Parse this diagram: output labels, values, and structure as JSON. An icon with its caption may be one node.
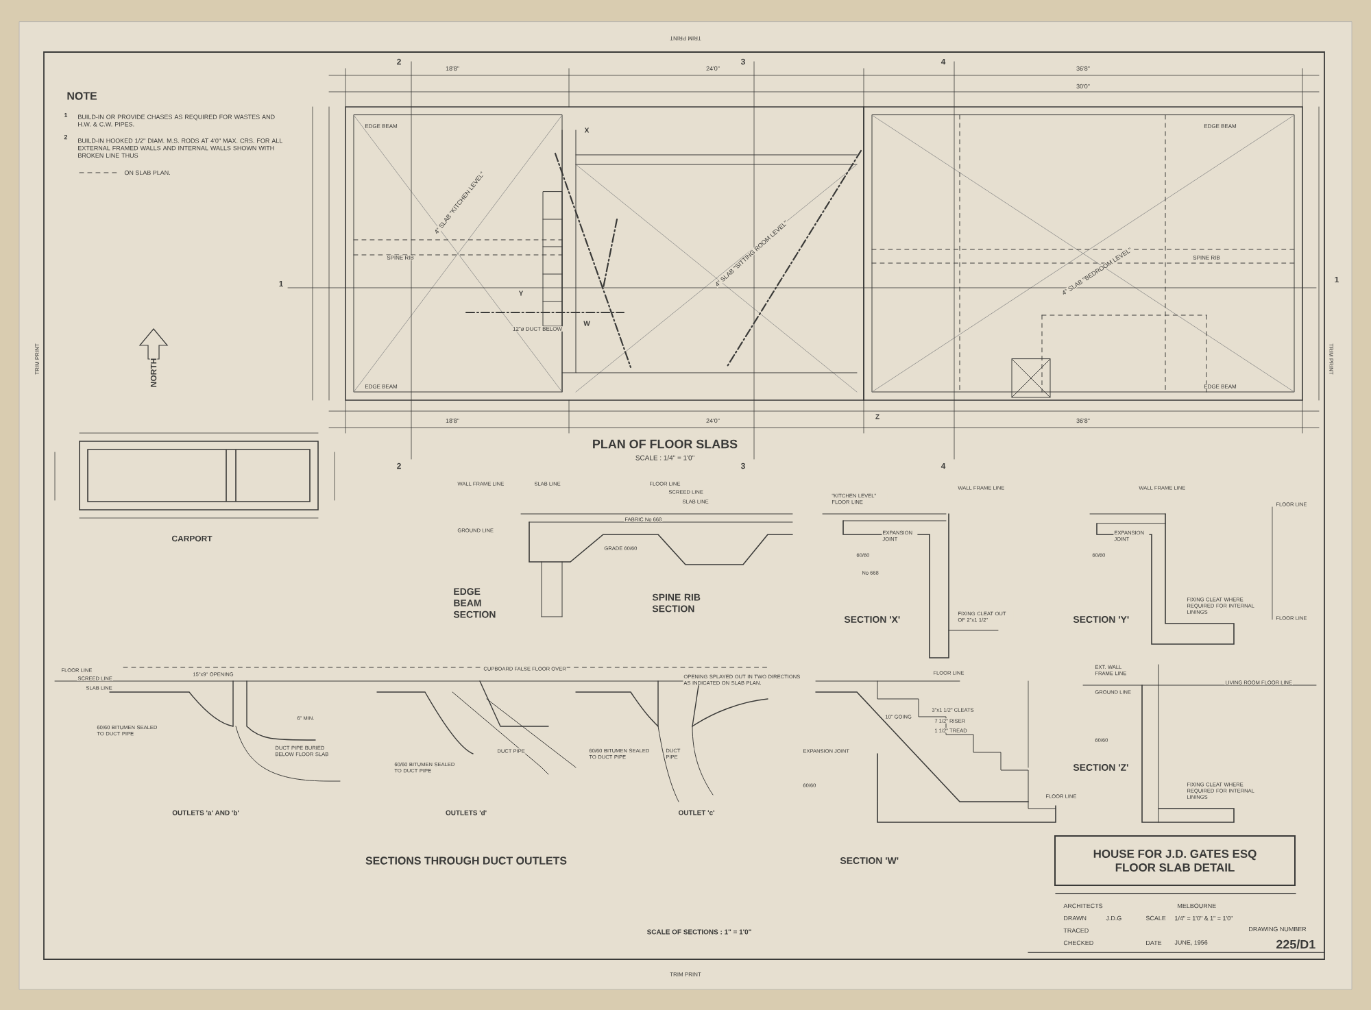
{
  "diagram": {
    "nodes": [
      {
        "text": [
          "HOUSE FOR J.D. GATES ESQ",
          "FLOOR SLAB DETAIL"
        ]
      }
    ],
    "labels": [
      "NOTE",
      "1",
      "BUILD-IN OR PROVIDE CHASES AS REQUIRED FOR WASTES AND H.W. & C.W. PIPES.",
      "2",
      "BUILD-IN HOOKED 1/2\" DIAM. M.S. RODS AT 4'0\" MAX. CRS. FOR ALL EXTERNAL FRAMED WALLS AND INTERNAL WALLS SHOWN WITH BROKEN LINE THUS",
      "ON SLAB PLAN.",
      "NORTH",
      "PLAN OF FLOOR SLABS",
      "SCALE : 1/4\" = 1'0\"",
      "CARPORT",
      "18'8\"",
      "24'0\"",
      "36'8\"",
      "30'0\"",
      "18'8\"",
      "24'0\"",
      "36'8\"",
      "EDGE BEAM",
      "EDGE BEAM",
      "EDGE BEAM",
      "EDGE BEAM",
      "SPINE RIB",
      "SPINE RIB",
      "4\" SLAB \"KITCHEN LEVEL\"",
      "4\" SLAB \"SITTING ROOM LEVEL\"",
      "4\" SLAB \"BEDROOM LEVEL\"",
      "12\"ø DUCT BELOW",
      "2",
      "3",
      "4",
      "2",
      "3",
      "4",
      "1",
      "1",
      "X",
      "Y",
      "W",
      "Z",
      "EDGE BEAM SECTION",
      "SPINE RIB SECTION",
      "SECTION 'X'",
      "SECTION 'Y'",
      "SECTION 'Z'",
      "SECTION 'W'",
      "OUTLETS 'a' AND 'b'",
      "OUTLETS 'd'",
      "OUTLET 'c'",
      "SECTIONS THROUGH DUCT OUTLETS",
      "SCALE OF SECTIONS : 1\" = 1'0\"",
      "WALL FRAME LINE",
      "SLAB LINE",
      "FLOOR LINE",
      "SCREED LINE",
      "SLAB LINE",
      "GROUND LINE",
      "FABRIC No 668",
      "GRADE 60/60",
      "\"KITCHEN LEVEL\" FLOOR LINE",
      "WALL FRAME LINE",
      "EXPANSION JOINT",
      "60/60",
      "No 668",
      "FIXING CLEAT OUT OF 2\"x1 1/2\"",
      "WALL FRAME LINE",
      "FLOOR LINE",
      "EXPANSION JOINT",
      "60/60",
      "FIXING CLEAT WHERE REQUIRED FOR INTERNAL LININGS",
      "FLOOR LINE",
      "EXT. WALL FRAME LINE",
      "GROUND LINE",
      "LIVING ROOM FLOOR LINE",
      "60/60",
      "FIXING CLEAT WHERE REQUIRED FOR INTERNAL LININGS",
      "FLOOR LINE",
      "10\" GOING",
      "3\"x1 1/2\" CLEATS",
      "7 1/2\" RISER",
      "1 1/2\" TREAD",
      "EXPANSION JOINT",
      "60/60",
      "FLOOR LINE",
      "FLOOR LINE",
      "SCREED LINE",
      "SLAB LINE",
      "15\"x9\" OPENING",
      "60/60 BITUMEN SEALED TO DUCT PIPE",
      "6\" MIN.",
      "DUCT PIPE BURIED BELOW FLOOR SLAB",
      "CUPBOARD FALSE FLOOR OVER",
      "OPENING SPLAYED OUT IN TWO DIRECTIONS AS INDICATED ON SLAB PLAN.",
      "DUCT PIPE",
      "60/60 BITUMEN SEALED TO DUCT PIPE",
      "60/60 BITUMEN SEALED TO DUCT PIPE",
      "DUCT PIPE",
      "ARCHITECTS",
      "MELBOURNE",
      "DRAWN",
      "J.D.G",
      "TRACED",
      "CHECKED",
      "SCALE",
      "1/4\" = 1'0\" & 1\" = 1'0\"",
      "DRAWING NUMBER",
      "DATE",
      "JUNE, 1956",
      "225/D1",
      "TRIM PRINT",
      "TRIM PRINT",
      "TRIM PRINT",
      "TRIM PRINT"
    ]
  }
}
